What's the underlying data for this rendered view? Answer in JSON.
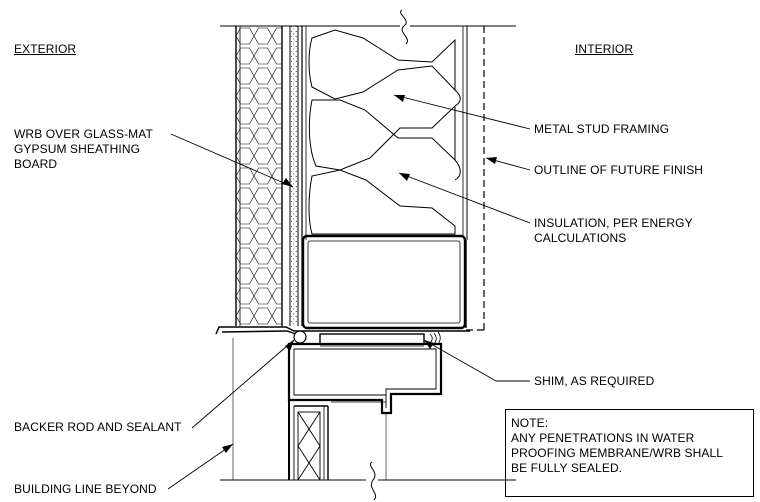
{
  "labels": {
    "exterior": "EXTERIOR",
    "interior": "INTERIOR",
    "wrb": [
      "WRB OVER GLASS-MAT",
      "GYPSUM SHEATHING",
      "BOARD"
    ],
    "metal_stud": "METAL STUD FRAMING",
    "future_finish": "OUTLINE OF FUTURE FINISH",
    "insulation": [
      "INSULATION, PER ENERGY",
      "CALCULATIONS"
    ],
    "shim": "SHIM, AS REQUIRED",
    "backer_rod": "BACKER ROD AND SEALANT",
    "building_line": "BUILDING LINE BEYOND"
  },
  "note": {
    "title": "NOTE:",
    "lines": [
      "ANY PENETRATIONS IN WATER",
      "PROOFING MEMBRANE/WRB SHALL",
      "BE FULLY SEALED."
    ]
  },
  "colors": {
    "line": "#000000",
    "background": "#ffffff"
  }
}
